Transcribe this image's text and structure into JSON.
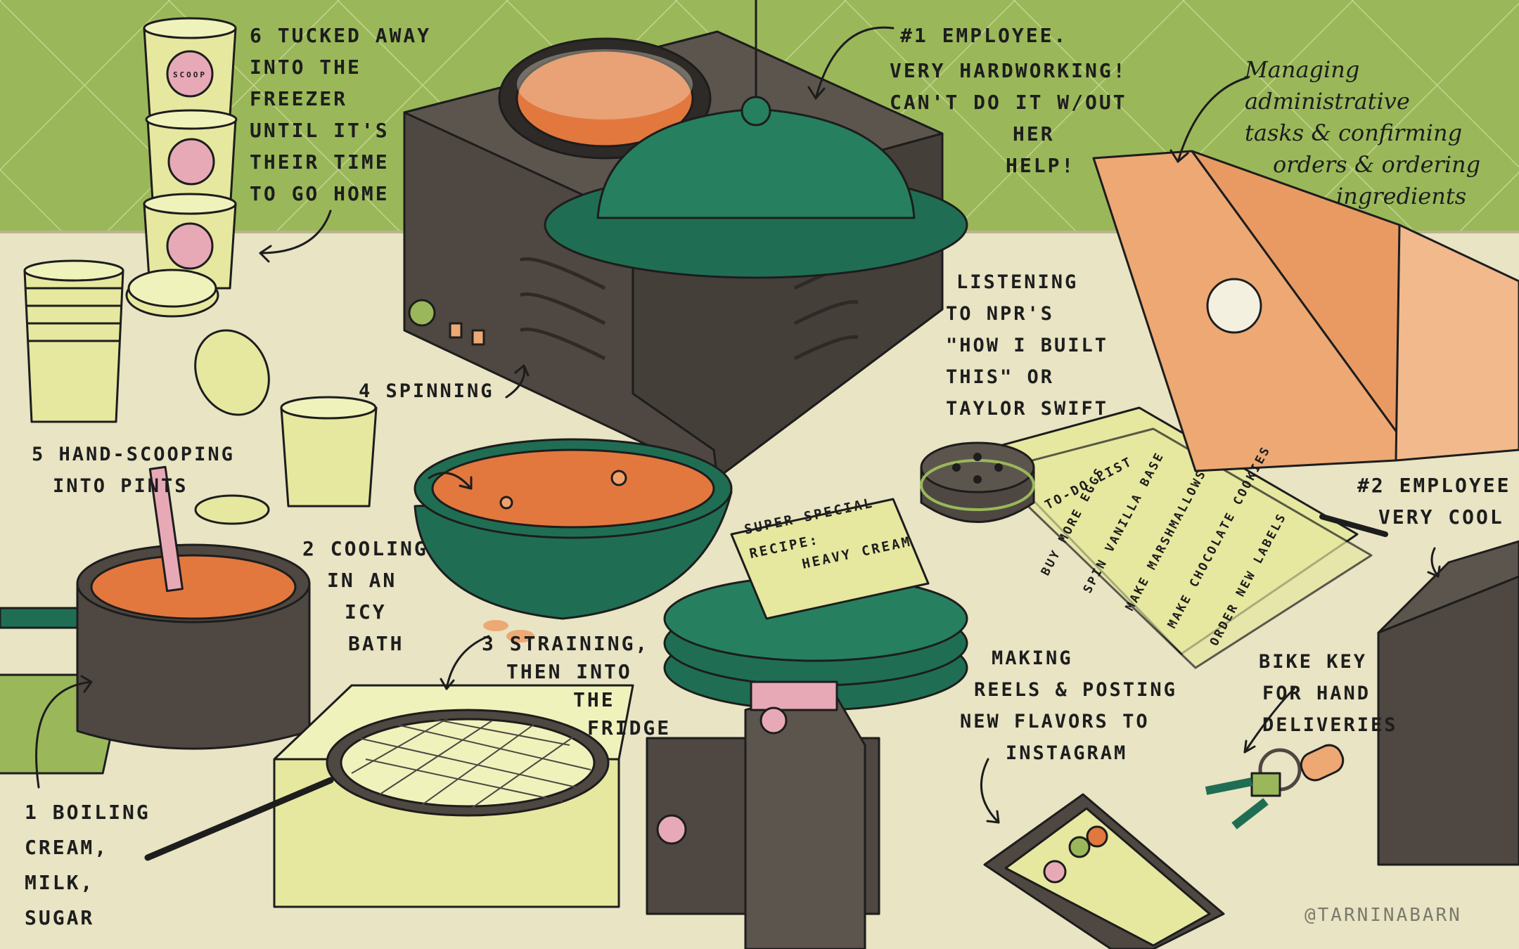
{
  "annotations": {
    "step6": [
      "6 TUCKED AWAY",
      "INTO THE",
      "FREEZER",
      "UNTIL IT'S",
      "THEIR TIME",
      "TO GO HOME"
    ],
    "employee1": [
      "#1 EMPLOYEE.",
      "VERY HARDWORKING!",
      "CAN'T DO IT W/OUT",
      "HER",
      "HELP!"
    ],
    "admin": [
      "Managing",
      "administrative",
      "tasks & confirming",
      "orders & ordering",
      "ingredients"
    ],
    "listening": [
      "LISTENING",
      "TO NPR'S",
      "\"HOW I BUILT",
      "THIS\" OR",
      "TAYLOR SWIFT"
    ],
    "step4": [
      "4 SPINNING"
    ],
    "step5": [
      "5 HAND-SCOOPING",
      "INTO PINTS"
    ],
    "step2": [
      "2 COOLING",
      "IN AN",
      "ICY",
      "BATH"
    ],
    "step3": [
      "3 STRAINING,",
      "THEN INTO",
      "THE",
      "FRIDGE"
    ],
    "step1": [
      "1 BOILING",
      "CREAM,",
      "MILK,",
      "SUGAR"
    ],
    "reels": [
      "MAKING",
      "REELS & POSTING",
      "NEW FLAVORS TO",
      "INSTAGRAM"
    ],
    "employee2": [
      "#2 EMPLOYEE",
      "VERY COOL"
    ],
    "bike": [
      "BIKE KEY",
      "FOR HAND",
      "DELIVERIES"
    ],
    "recipe": [
      "SUPER SPECIAL",
      "RECIPE:",
      "HEAVY CREAM"
    ],
    "todo_title": "TO-DO LIST",
    "todo_items": [
      "BUY MORE EGGS",
      "SPIN VANILLA BASE",
      "MAKE MARSHMALLOWS",
      "MAKE CHOCOLATE COOKIES",
      "ORDER NEW LABELS"
    ],
    "pint_label": "SCOOP",
    "credit": "@TARNINABARN"
  },
  "colors": {
    "wall_green": "#9ab85a",
    "counter_cream": "#e8e4c4",
    "dark_green": "#1f6e54",
    "machine_brown": "#4e4742",
    "pale_yellow": "#e6e8a0",
    "orange_soup": "#e2783e",
    "laptop_orange": "#eda874",
    "pink": "#e8a9b7"
  }
}
